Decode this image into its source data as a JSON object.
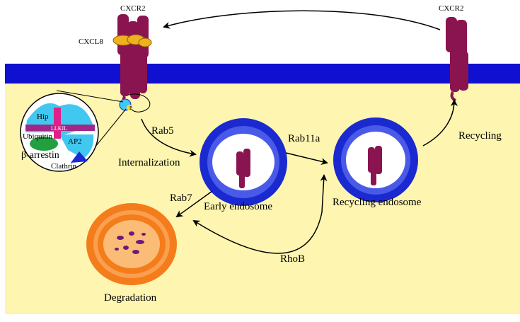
{
  "labels": {
    "cxcr2_left": "CXCR2",
    "cxcr2_right": "CXCR2",
    "cxcl8": "CXCL8",
    "rab5": "Rab5",
    "internalization": "Internalization",
    "rab11a": "Rab11a",
    "recycling": "Recycling",
    "early_endosome": "Early endosome",
    "recycling_endosome": "Recycling endosome",
    "rab7": "Rab7",
    "rhob": "RhoB",
    "degradation": "Degradation"
  },
  "inset": {
    "hip": "Hip",
    "motif": "LLKIL",
    "ubiquitin": "Ubiquitin",
    "ap2": "AP2",
    "arrestin": "β-arrestin",
    "clathrin": "Clathrin",
    "phospho": "P"
  },
  "colors": {
    "cytoplasm": "#fdf5b0",
    "membrane": "#1010d0",
    "receptor": "#8a1450",
    "endosome_ring": "#1a2ad0",
    "lysosome": "#f57c1a",
    "ligand": "#f0b020",
    "hip_ap2": "#40c8f0",
    "arrestin": "#22a040",
    "motif_bar": "#a02888"
  }
}
